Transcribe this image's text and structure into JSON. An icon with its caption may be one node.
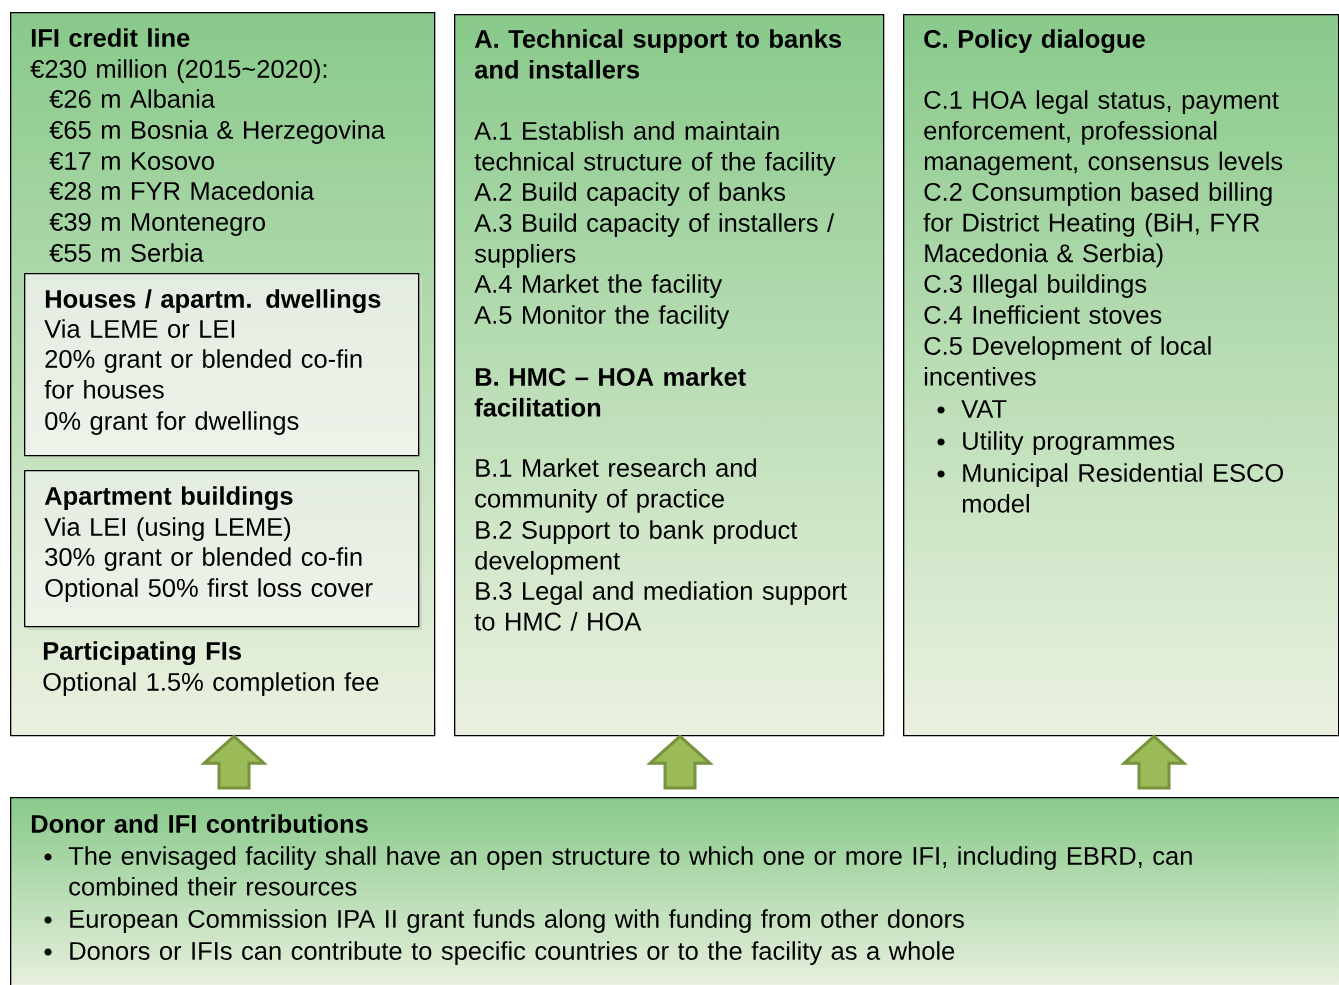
{
  "diagram": {
    "nodes": [
      {
        "text": [
          "IFI credit line",
          "€230 million (2015~2020):",
          "€26 m Albania",
          "€65 m Bosnia & Herzegovina",
          "€17 m Kosovo",
          "€28 m FYR Macedonia",
          "€39 m Montenegro",
          "€55 m Serbia",
          "Participating FIs",
          "Optional 1.5% completion fee"
        ]
      },
      {
        "text": [
          "Houses / apartm. dwellings",
          "Via LEME or LEI",
          "20% grant or blended co-fin for houses",
          "0% grant for dwellings"
        ],
        "in": 0
      },
      {
        "text": [
          "Apartment buildings",
          "Via LEI (using LEME)",
          "30% grant or blended co-fin",
          "Optional 50% first loss cover"
        ],
        "in": 0
      },
      {
        "text": [
          "A. Technical support to banks and installers",
          "A.1 Establish and maintain technical structure of the facility",
          "A.2 Build capacity of banks",
          "A.3 Build capacity of installers / suppliers",
          "A.4 Market the facility",
          "A.5 Monitor the facility",
          "B. HMC – HOA market facilitation",
          "B.1 Market research and community of practice",
          "B.2 Support to bank product development",
          "B.3 Legal and mediation support to HMC / HOA"
        ]
      },
      {
        "text": [
          "C. Policy dialogue",
          "C.1 HOA legal status, payment enforcement, professional management, consensus levels",
          "C.2 Consumption based billing for District Heating (BiH, FYR Macedonia & Serbia)",
          "C.3 Illegal buildings",
          "C.4 Inefficient stoves",
          "C.5 Development of local incentives",
          "VAT",
          "Utility programmes",
          "Municipal Residential ESCO model"
        ]
      },
      {
        "text": [
          "Donor and IFI contributions",
          "The envisaged facility shall have an open structure to which one or more IFI, including EBRD, can combined their resources",
          "European Commission IPA II grant funds along with funding from other donors",
          "Donors or IFIs can contribute to specific countries or to the facility as a whole"
        ]
      }
    ],
    "edges": [
      {
        "from": 5,
        "to": 0,
        "arrow": "to"
      },
      {
        "from": 5,
        "to": 3,
        "arrow": "to"
      },
      {
        "from": 5,
        "to": 4,
        "arrow": "to"
      }
    ]
  }
}
